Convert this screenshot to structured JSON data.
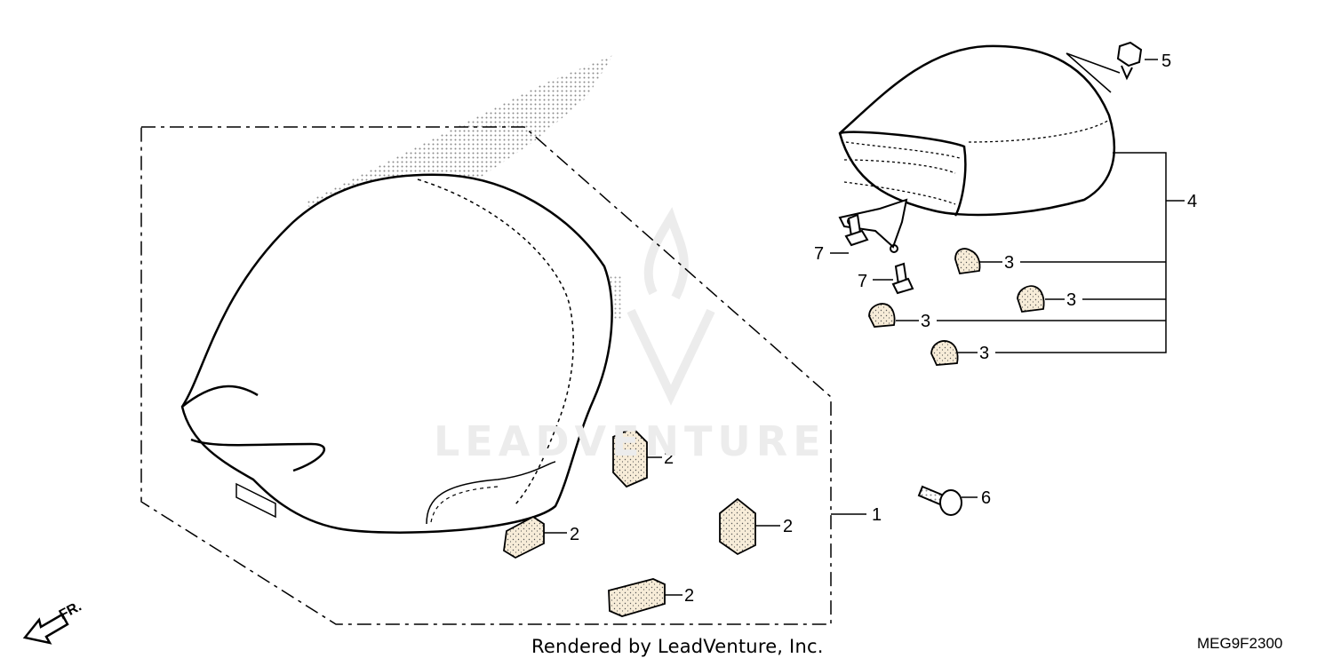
{
  "callouts": {
    "c1": "1",
    "c2a": "2",
    "c2b": "2",
    "c2c": "2",
    "c2d": "2",
    "c3a": "3",
    "c3b": "3",
    "c3c": "3",
    "c3d": "3",
    "c4": "4",
    "c5": "5",
    "c6": "6",
    "c7a": "7",
    "c7b": "7"
  },
  "front_arrow_label": "FR.",
  "watermark": "LEADVENTURE",
  "footer_credit": "Rendered by LeadVenture, Inc.",
  "diagram_code": "MEG9F2300",
  "colors": {
    "line": "#000000",
    "pad": "#f7ecd8",
    "watermark": "#ececec",
    "dots": "#8a8a8a"
  }
}
